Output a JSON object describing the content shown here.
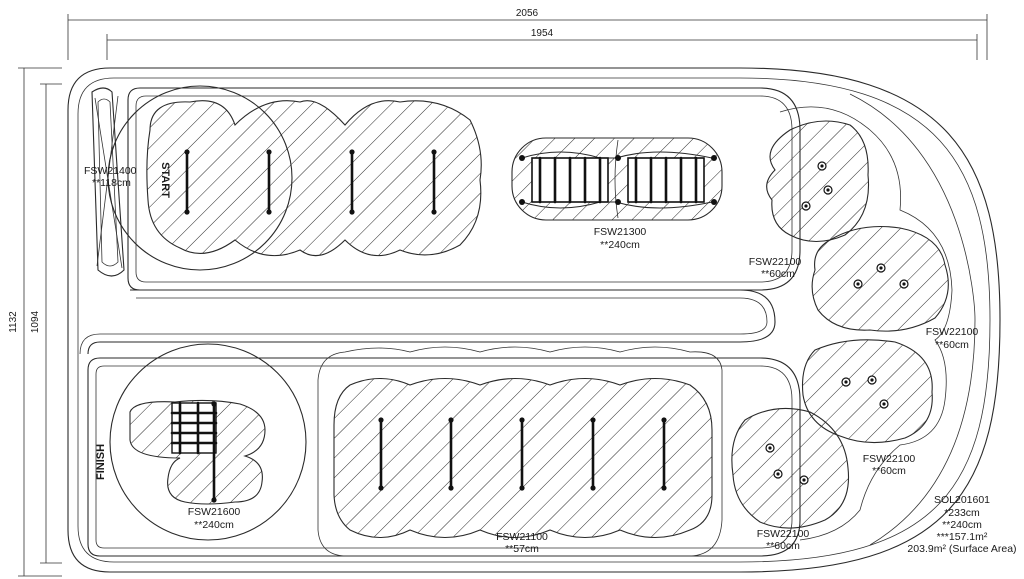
{
  "dimensions": {
    "overall_width": "2056",
    "inner_width": "1954",
    "overall_height": "1132",
    "inner_height": "1094"
  },
  "markers": {
    "start": "START",
    "finish": "FINISH"
  },
  "components": [
    {
      "code": "FSW21400",
      "size": "**118cm"
    },
    {
      "code": "FSW21300",
      "size": "**240cm"
    },
    {
      "code": "FSW22100",
      "size": "**60cm"
    },
    {
      "code": "FSW22100",
      "size": "**60cm"
    },
    {
      "code": "FSW22100",
      "size": "**60cm"
    },
    {
      "code": "FSW22100",
      "size": "**60cm"
    },
    {
      "code": "FSW21600",
      "size": "**240cm"
    },
    {
      "code": "FSW21100",
      "size": "**57cm"
    }
  ],
  "product": {
    "code": "SOL201601",
    "line1": "*233cm",
    "line2": "**240cm",
    "line3": "***157.1m²",
    "line4": "203.9m² (Surface Area)"
  }
}
